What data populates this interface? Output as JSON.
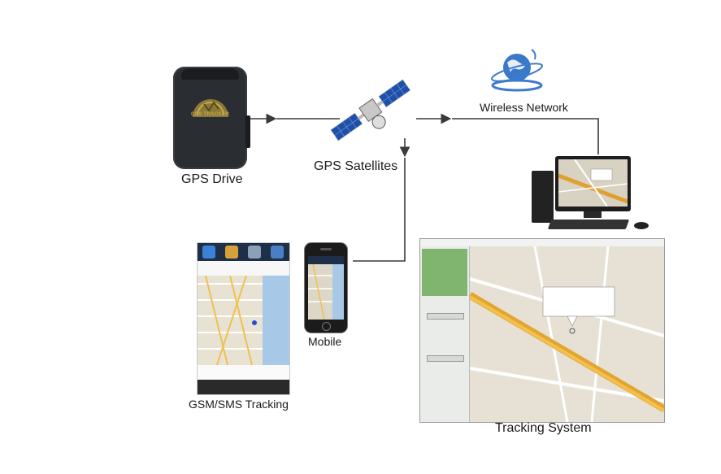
{
  "labels": {
    "gps_drive": "GPS Drive",
    "gps_satellites": "GPS Satellites",
    "wireless_network": "Wireless Network",
    "mobile": "Mobile",
    "gsm_sms_tracking": "GSM/SMS Tracking",
    "tracking_system": "Tracking System"
  },
  "tracker": {
    "logo_text": "GPS TRACKER"
  },
  "colors": {
    "arrow": "#3a3a3a",
    "satellite_panel": "#1f4fa8",
    "text": "#1a1a1a"
  }
}
